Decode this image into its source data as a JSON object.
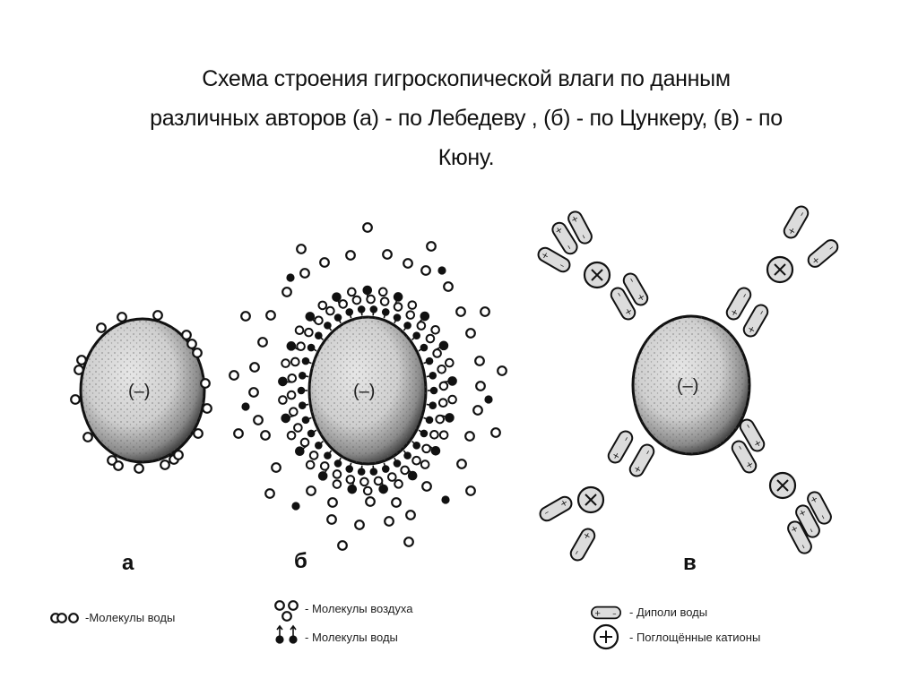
{
  "slide": {
    "title_lines": [
      "Схема строения гигроскопической влаги по данным",
      "различных авторов (а) - по Лебедеву , (б) - по Цункеру, (в) - по",
      "Кюну."
    ]
  },
  "panels": [
    {
      "id": "a",
      "label": "а",
      "author": "Лебедев",
      "particle_charge": "(–)"
    },
    {
      "id": "b",
      "label": "б",
      "author": "Цункер",
      "particle_charge": "(–)"
    },
    {
      "id": "v",
      "label": "в",
      "author": "Кюн",
      "particle_charge": "(–)"
    }
  ],
  "legends": {
    "a": [
      {
        "icon": "water-molecule-ring-icon",
        "text": "-Молекулы воды"
      }
    ],
    "b": [
      {
        "icon": "air-molecule-ring-icon",
        "text": "- Молекулы воздуха"
      },
      {
        "icon": "water-molecule-arrow-icon",
        "text": "- Молекулы воды"
      }
    ],
    "v": [
      {
        "icon": "water-dipole-icon",
        "text": "- Диполи воды"
      },
      {
        "icon": "cation-icon",
        "text": "- Поглощённые катионы"
      }
    ]
  },
  "colors": {
    "background": "#ffffff",
    "ink": "#111111",
    "particle_fill": "#d9d9d9",
    "dipole_fill": "#dcdcdc"
  }
}
